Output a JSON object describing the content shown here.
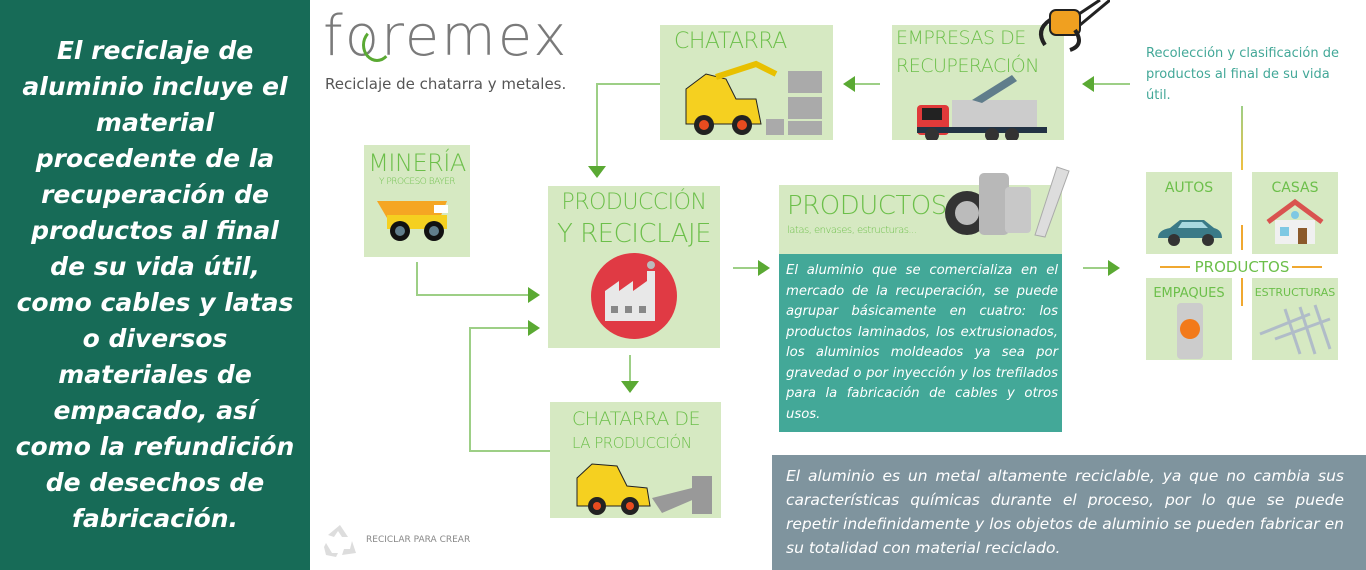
{
  "left_panel": {
    "text": "El reciclaje de aluminio incluye el material procedente de la recuperación de productos al final de su vida útil, como cables y latas o diversos materiales de empacado, así como la refundición de desechos de fabricación."
  },
  "logo": {
    "brand": "foremex",
    "tagline": "Reciclaje de chatarra y metales."
  },
  "boxes": {
    "chatarra": "CHATARRA",
    "empresas_line1": "EMPRESAS DE",
    "empresas_line2": "RECUPERACIÓN",
    "mineria_title": "MINERÍA",
    "mineria_sub": "Y PROCESO BAYER",
    "produccion_line1": "PRODUCCIÓN",
    "produccion_line2": "Y RECICLAJE",
    "chatarra_prod_line1": "CHATARRA DE",
    "chatarra_prod_line2": "LA PRODUCCIÓN"
  },
  "productos": {
    "title": "PRODUCTOS",
    "subtitle": "latas, envases, estructuras...",
    "description": "El aluminio que se comercializa en el mercado de la recuperación, se puede agrupar básicamente en cuatro: los productos laminados, los extrusionados, los aluminios moldeados ya sea por gravedad o por inyección y los trefilados para la fabricación de cables y otros usos."
  },
  "recoleccion": "Recolección y clasificación de productos al final de su vida útil.",
  "product_grid": {
    "label": "PRODUCTOS",
    "items": [
      "AUTOS",
      "CASAS",
      "EMPAQUES",
      "ESTRUCTURAS"
    ]
  },
  "bottom_note": "El aluminio es un metal altamente reciclable, ya que no cambia sus características químicas durante el proceso, por lo que se puede repetir indefinidamente y los objetos de aluminio se pueden fabricar en su totalidad con material reciclado.",
  "footer": {
    "label": "RECICLAR PARA CREAR"
  },
  "colors": {
    "left_bg": "#176b57",
    "box_bg": "#d6e9c2",
    "title_green": "#6cbf4a",
    "teal": "#43a898",
    "note_bg": "#7f949e",
    "accent_orange": "#f0a830"
  }
}
